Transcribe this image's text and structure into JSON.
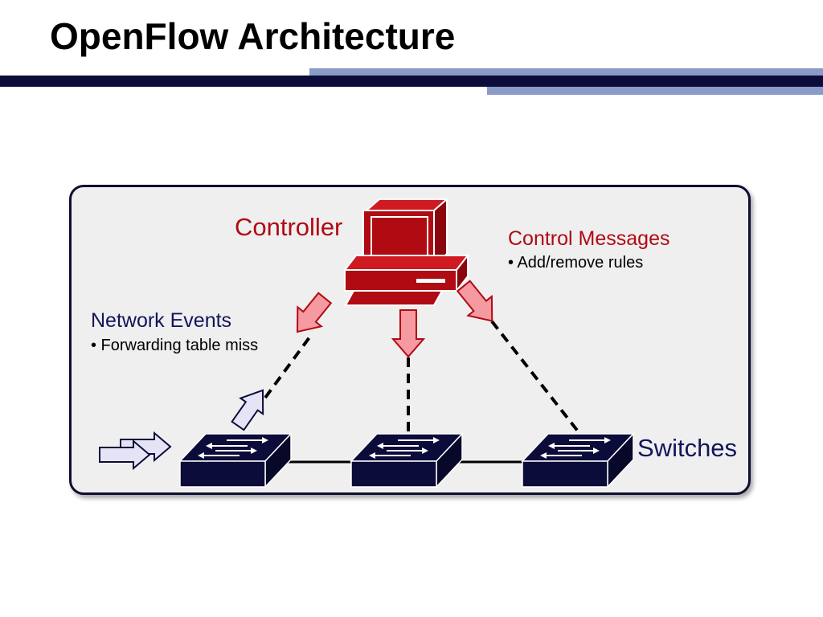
{
  "slide": {
    "title": "OpenFlow Architecture"
  },
  "diagram": {
    "controller_label": "Controller",
    "control_messages": {
      "heading": "Control Messages",
      "bullet": "• Add/remove rules"
    },
    "network_events": {
      "heading": "Network Events",
      "bullet": "• Forwarding table miss"
    },
    "switches_label": "Switches"
  },
  "colors": {
    "navy": "#0c0c3a",
    "accent_blue": "#8b9bc8",
    "controller_red": "#b00a12",
    "arrow_pink": "#f49aa0",
    "arrow_lilac": "#e4e4f6",
    "panel_bg": "#efeff0",
    "red_text": "#b00a12",
    "navy_text": "#14145a"
  }
}
